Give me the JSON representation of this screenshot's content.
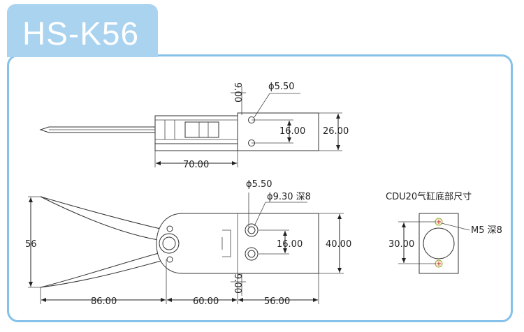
{
  "title": "HS-K56",
  "colors": {
    "tab": "#a9d3ef",
    "border": "#86c1ea",
    "title_text": "#ffffff"
  },
  "top_view": {
    "d_small": "9.00",
    "phi_top": "ϕ5.50",
    "d_16": "16.00",
    "d_26": "26.00",
    "d_70": "70.00"
  },
  "front_view": {
    "phi_550": "ϕ5.50",
    "phi_930": "ϕ9.30 深8",
    "d_56": "56",
    "d_16": "16.00",
    "d_40": "40.00",
    "d_900": "9.00",
    "d_86": "86.00",
    "d_60": "60.00",
    "d_5600": "56.00"
  },
  "cylinder": {
    "caption": "CDU20气缸底部尺寸",
    "thread": "M5 深8",
    "d_30": "30.00"
  }
}
